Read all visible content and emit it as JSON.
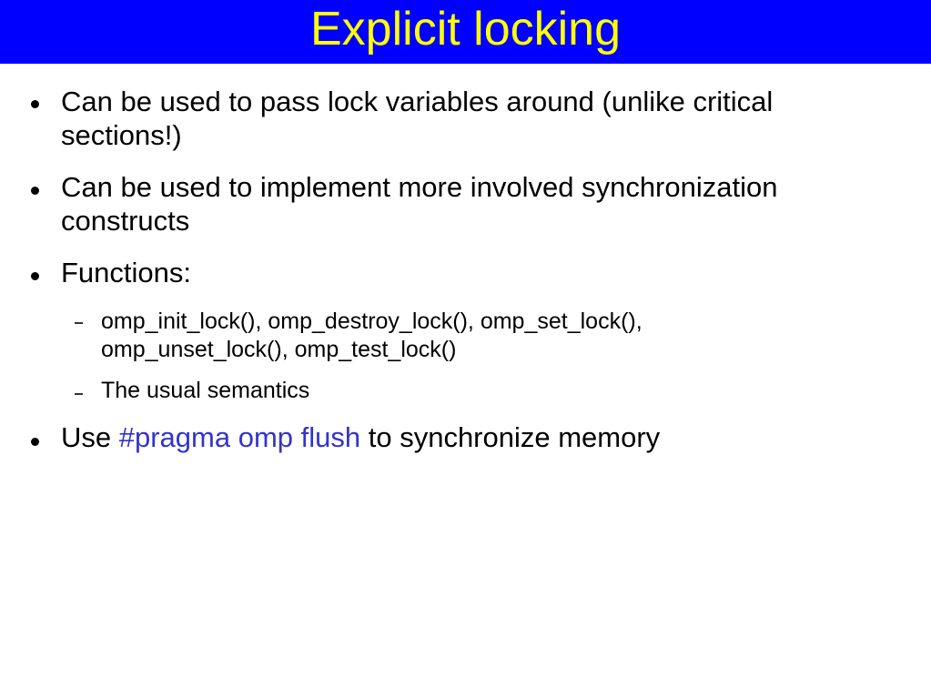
{
  "title": "Explicit locking",
  "accent_color": "#3333cc",
  "title_bar_color": "#0000ff",
  "title_text_color": "#ffff00",
  "bullets": [
    {
      "line1": "Can be used to pass lock variables around (unlike critical",
      "line2": "sections!)"
    },
    {
      "line1": "Can be used to implement more involved synchronization",
      "line2": "constructs"
    },
    {
      "text": "Functions:",
      "sub": [
        {
          "line1": "omp_init_lock(), omp_destroy_lock(), omp_set_lock(),",
          "line2": "omp_unset_lock(), omp_test_lock()"
        },
        {
          "text": "The usual semantics"
        }
      ]
    },
    {
      "prefix": "Use ",
      "code": "#pragma omp flush",
      "suffix": " to synchronize memory"
    }
  ]
}
